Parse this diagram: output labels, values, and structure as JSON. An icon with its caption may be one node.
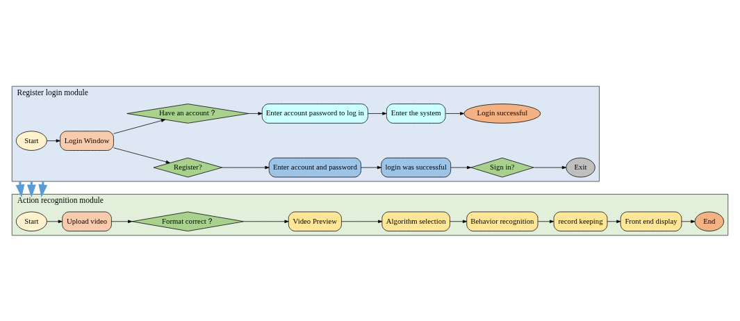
{
  "diagram": {
    "nodes": [
      {
        "text": [
          "Register login module"
        ]
      },
      {
        "text": [
          "Start"
        ],
        "in": 0
      },
      {
        "text": [
          "Login Window"
        ],
        "in": 0
      },
      {
        "text": [
          "Have an account？"
        ],
        "in": 0
      },
      {
        "text": [
          "Register?"
        ],
        "in": 0
      },
      {
        "text": [
          "Enter account password to log in"
        ],
        "in": 0
      },
      {
        "text": [
          "Enter the system"
        ],
        "in": 0
      },
      {
        "text": [
          "Login successful"
        ],
        "in": 0
      },
      {
        "text": [
          "Enter account and password"
        ],
        "in": 0
      },
      {
        "text": [
          "login was successful"
        ],
        "in": 0
      },
      {
        "text": [
          "Sign in?"
        ],
        "in": 0
      },
      {
        "text": [
          "Exit"
        ],
        "in": 0
      },
      {
        "text": [
          "Action recognition module"
        ]
      },
      {
        "text": [
          "Start"
        ],
        "in": 12
      },
      {
        "text": [
          "Upload video"
        ],
        "in": 12
      },
      {
        "text": [
          "Format correct？"
        ],
        "in": 12
      },
      {
        "text": [
          "Video Preview"
        ],
        "in": 12
      },
      {
        "text": [
          "Algorithm selection"
        ],
        "in": 12
      },
      {
        "text": [
          "Behavior recognition"
        ],
        "in": 12
      },
      {
        "text": [
          "record keeping"
        ],
        "in": 12
      },
      {
        "text": [
          "Front end display"
        ],
        "in": 12
      },
      {
        "text": [
          "End"
        ],
        "in": 12
      }
    ],
    "edges": [
      {
        "from": 1,
        "to": 2,
        "arrow": "to"
      },
      {
        "from": 2,
        "to": 3,
        "arrow": "to"
      },
      {
        "from": 2,
        "to": 4,
        "arrow": "to"
      },
      {
        "from": 3,
        "to": 5,
        "arrow": "to"
      },
      {
        "from": 5,
        "to": 6,
        "arrow": "to"
      },
      {
        "from": 6,
        "to": 7,
        "arrow": "to"
      },
      {
        "from": 4,
        "to": 8,
        "arrow": "to"
      },
      {
        "from": 8,
        "to": 9,
        "arrow": "to"
      },
      {
        "from": 9,
        "to": 10,
        "arrow": "to"
      },
      {
        "from": 10,
        "to": 11,
        "arrow": "to"
      },
      {
        "from": 13,
        "to": 14,
        "arrow": "to"
      },
      {
        "from": 14,
        "to": 15,
        "arrow": "to"
      },
      {
        "from": 15,
        "to": 16,
        "arrow": "to"
      },
      {
        "from": 16,
        "to": 17,
        "arrow": "to"
      },
      {
        "from": 17,
        "to": 18,
        "arrow": "to"
      },
      {
        "from": 18,
        "to": 19,
        "arrow": "to"
      },
      {
        "from": 19,
        "to": 20,
        "arrow": "to"
      },
      {
        "from": 20,
        "to": 21,
        "arrow": "to"
      },
      {
        "from": 0,
        "to": 12,
        "arrow": "to",
        "style": "thick",
        "color": "#5b9bd5"
      },
      {
        "from": 0,
        "to": 12,
        "arrow": "to",
        "style": "thick",
        "color": "#5b9bd5"
      },
      {
        "from": 0,
        "to": 12,
        "arrow": "to",
        "style": "thick",
        "color": "#5b9bd5"
      }
    ]
  }
}
